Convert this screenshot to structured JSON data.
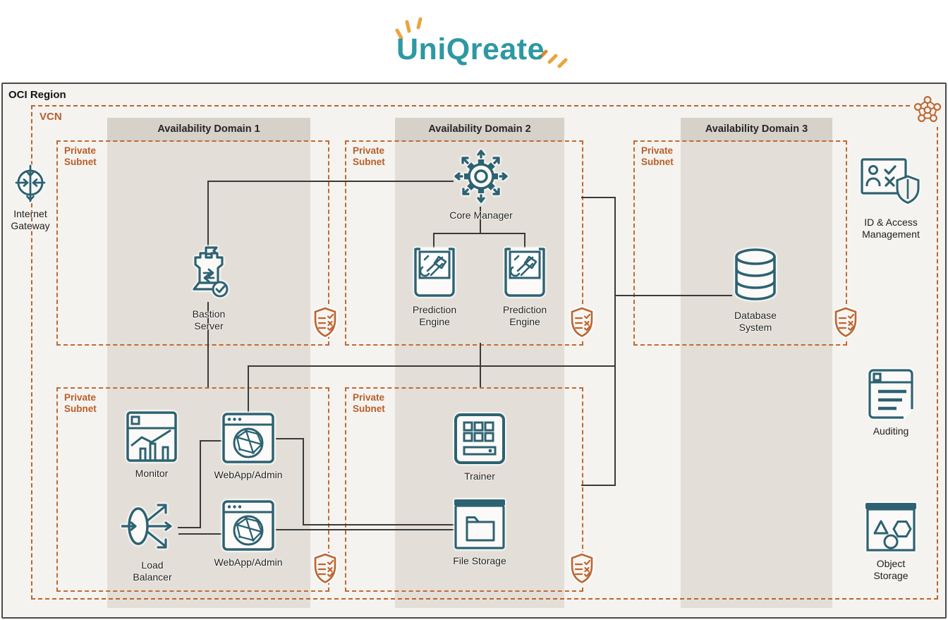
{
  "logo": {
    "text": "UniQreate"
  },
  "oci_region": {
    "label": "OCI Region"
  },
  "vcn": {
    "label": "VCN"
  },
  "availability_domains": [
    {
      "label": "Availability Domain 1"
    },
    {
      "label": "Availability Domain 2"
    },
    {
      "label": "Availability Domain 3"
    }
  ],
  "subnets": [
    {
      "label": "Private Subnet"
    },
    {
      "label": "Private Subnet"
    },
    {
      "label": "Private Subnet"
    },
    {
      "label": "Private Subnet"
    },
    {
      "label": "Private Subnet"
    }
  ],
  "nodes": {
    "internet_gateway": {
      "label": "Internet Gateway"
    },
    "bastion_server": {
      "label": "Bastion Server"
    },
    "core_manager": {
      "label": "Core Manager"
    },
    "prediction_engine_1": {
      "label": "Prediction Engine"
    },
    "prediction_engine_2": {
      "label": "Prediction Engine"
    },
    "database_system": {
      "label": "Database System"
    },
    "monitor": {
      "label": "Monitor"
    },
    "webapp_admin_1": {
      "label": "WebApp/Admin"
    },
    "load_balancer": {
      "label": "Load Balancer"
    },
    "webapp_admin_2": {
      "label": "WebApp/Admin"
    },
    "trainer": {
      "label": "Trainer"
    },
    "file_storage": {
      "label": "File Storage"
    },
    "id_access_management": {
      "label": "ID & Access Management"
    },
    "auditing": {
      "label": "Auditing"
    },
    "object_storage": {
      "label": "Object Storage"
    }
  },
  "colors": {
    "icon_teal": "#2d6272",
    "accent_orange": "#bc6530",
    "logo_teal": "#2e98a3",
    "logo_gold": "#eaa53d",
    "region_bg": "#f5f3ef",
    "domain_bg": "#e3dfd8",
    "domain_header_bg": "#d6d1c9",
    "connector": "#3a3a3a"
  }
}
